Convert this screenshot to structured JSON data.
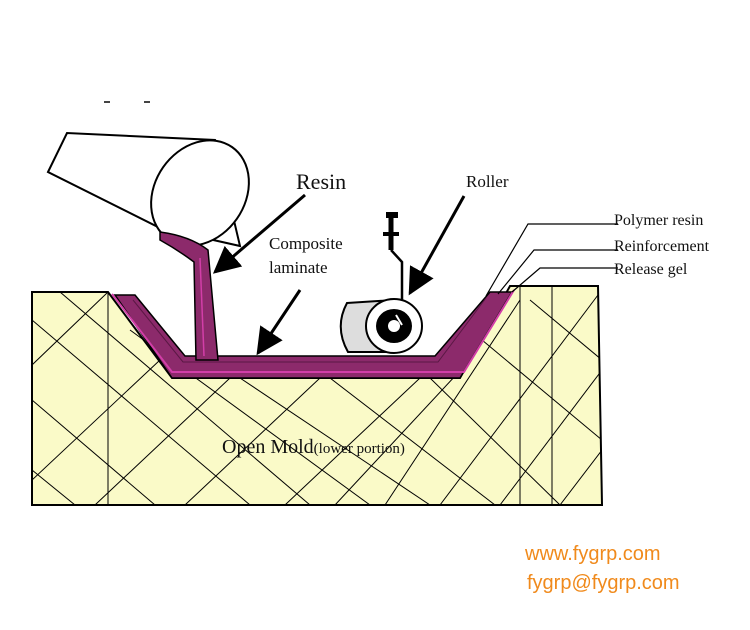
{
  "labels": {
    "resin": "Resin",
    "roller": "Roller",
    "composite_line1": "Composite",
    "composite_line2": "laminate",
    "polymer_resin": "Polymer resin",
    "reinforcement": "Reinforcement",
    "release_gel": "Release gel",
    "mold_main": "Open  Mold",
    "mold_sub": "(lower portion)"
  },
  "watermark": {
    "website": "www.fygrp.com",
    "email": "fygrp@fygrp.com"
  },
  "colors": {
    "mold_fill": "#fafac8",
    "resin": "#8c2a6b",
    "resin_highlight": "#d23ea8",
    "watermark": "#f08a1c"
  }
}
